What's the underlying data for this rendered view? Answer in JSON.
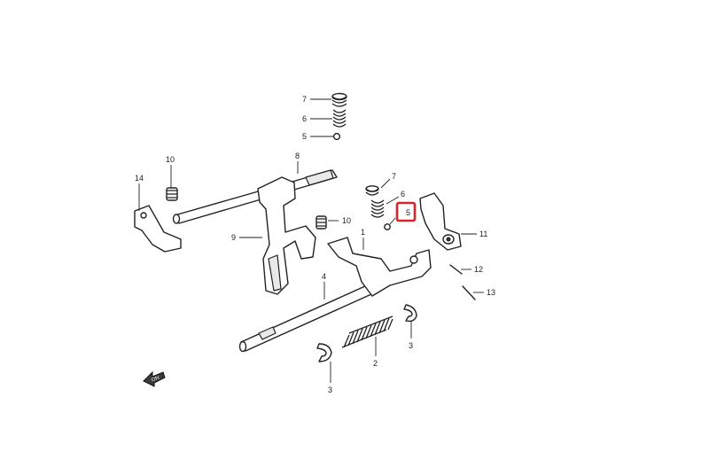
{
  "diagram": {
    "highlight_color": "#d8232a",
    "callouts": [
      {
        "id": "c7-top",
        "text": "7"
      },
      {
        "id": "c6-top",
        "text": "6"
      },
      {
        "id": "c5-top",
        "text": "5"
      },
      {
        "id": "c8",
        "text": "8"
      },
      {
        "id": "c10-left",
        "text": "10"
      },
      {
        "id": "c14",
        "text": "14"
      },
      {
        "id": "c10-right",
        "text": "10"
      },
      {
        "id": "c9",
        "text": "9"
      },
      {
        "id": "c7-mid",
        "text": "7"
      },
      {
        "id": "c6-mid",
        "text": "6"
      },
      {
        "id": "c5-mid",
        "text": "5"
      },
      {
        "id": "c1",
        "text": "1"
      },
      {
        "id": "c11",
        "text": "11"
      },
      {
        "id": "c12",
        "text": "12"
      },
      {
        "id": "c13",
        "text": "13"
      },
      {
        "id": "c4",
        "text": "4"
      },
      {
        "id": "c3-right",
        "text": "3"
      },
      {
        "id": "c2",
        "text": "2"
      },
      {
        "id": "c3-bottom",
        "text": "3"
      }
    ],
    "highlighted_callout": "c5-mid",
    "direction_icon_text": "ON"
  }
}
